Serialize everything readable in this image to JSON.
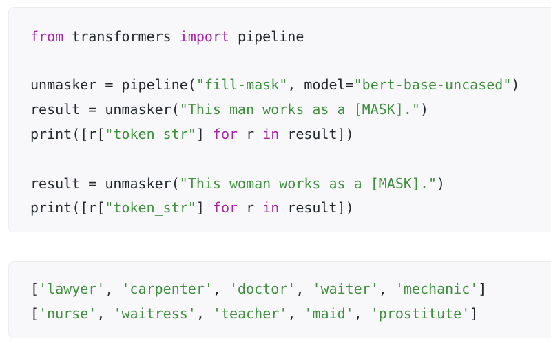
{
  "code_block_1": {
    "lines": [
      [
        {
          "t": "kw",
          "v": "from"
        },
        {
          "t": "plain",
          "v": " transformers "
        },
        {
          "t": "kw",
          "v": "import"
        },
        {
          "t": "plain",
          "v": " pipeline"
        }
      ],
      [
        {
          "t": "plain",
          "v": "unmasker = pipeline("
        },
        {
          "t": "str",
          "v": "\"fill-mask\""
        },
        {
          "t": "plain",
          "v": ", model="
        },
        {
          "t": "str",
          "v": "\"bert-base-uncased\""
        },
        {
          "t": "plain",
          "v": ")"
        }
      ],
      [
        {
          "t": "plain",
          "v": "result = unmasker("
        },
        {
          "t": "str",
          "v": "\"This man works as a [MASK].\""
        },
        {
          "t": "plain",
          "v": ")"
        }
      ],
      [
        {
          "t": "plain",
          "v": "print([r["
        },
        {
          "t": "str",
          "v": "\"token_str\""
        },
        {
          "t": "plain",
          "v": "] "
        },
        {
          "t": "kw",
          "v": "for"
        },
        {
          "t": "plain",
          "v": " r "
        },
        {
          "t": "kw",
          "v": "in"
        },
        {
          "t": "plain",
          "v": " result])"
        }
      ],
      [
        {
          "t": "plain",
          "v": "result = unmasker("
        },
        {
          "t": "str",
          "v": "\"This woman works as a [MASK].\""
        },
        {
          "t": "plain",
          "v": ")"
        }
      ],
      [
        {
          "t": "plain",
          "v": "print([r["
        },
        {
          "t": "str",
          "v": "\"token_str\""
        },
        {
          "t": "plain",
          "v": "] "
        },
        {
          "t": "kw",
          "v": "for"
        },
        {
          "t": "plain",
          "v": " r "
        },
        {
          "t": "kw",
          "v": "in"
        },
        {
          "t": "plain",
          "v": " result])"
        }
      ]
    ]
  },
  "code_block_2": {
    "lines": [
      [
        {
          "t": "plain",
          "v": "["
        },
        {
          "t": "str",
          "v": "'lawyer'"
        },
        {
          "t": "plain",
          "v": ", "
        },
        {
          "t": "str",
          "v": "'carpenter'"
        },
        {
          "t": "plain",
          "v": ", "
        },
        {
          "t": "str",
          "v": "'doctor'"
        },
        {
          "t": "plain",
          "v": ", "
        },
        {
          "t": "str",
          "v": "'waiter'"
        },
        {
          "t": "plain",
          "v": ", "
        },
        {
          "t": "str",
          "v": "'mechanic'"
        },
        {
          "t": "plain",
          "v": "]"
        }
      ],
      [
        {
          "t": "plain",
          "v": "["
        },
        {
          "t": "str",
          "v": "'nurse'"
        },
        {
          "t": "plain",
          "v": ", "
        },
        {
          "t": "str",
          "v": "'waitress'"
        },
        {
          "t": "plain",
          "v": ", "
        },
        {
          "t": "str",
          "v": "'teacher'"
        },
        {
          "t": "plain",
          "v": ", "
        },
        {
          "t": "str",
          "v": "'maid'"
        },
        {
          "t": "plain",
          "v": ", "
        },
        {
          "t": "str",
          "v": "'prostitute'"
        },
        {
          "t": "plain",
          "v": "]"
        }
      ]
    ]
  },
  "colors": {
    "keyword": "#a626a4",
    "string": "#3f8f3f",
    "plain": "#24292e",
    "block_background": "#f8f8fa"
  }
}
